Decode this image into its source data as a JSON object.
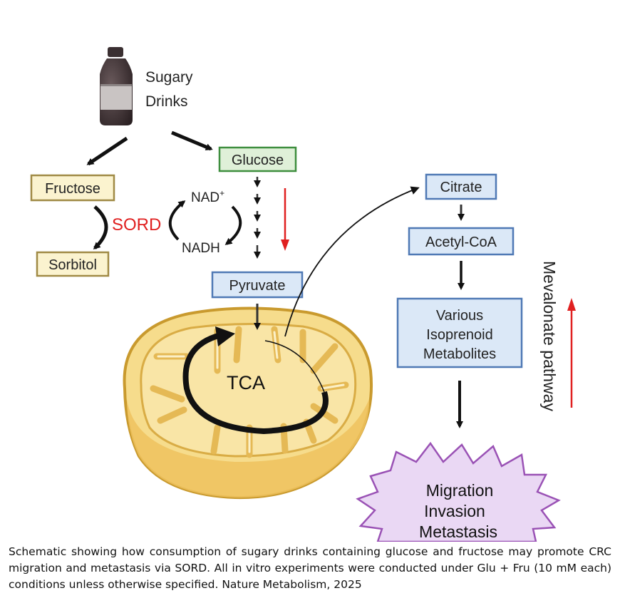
{
  "source": {
    "label_line1": "Sugary",
    "label_line2": "Drinks"
  },
  "nodes": {
    "glucose": "Glucose",
    "fructose": "Fructose",
    "sorbitol": "Sorbitol",
    "sord": "SORD",
    "nad": "NAD",
    "nad_sup": "+",
    "nadh": "NADH",
    "pyruvate": "Pyruvate",
    "tca": "TCA",
    "citrate": "Citrate",
    "acetyl_coa": "Acetyl-CoA",
    "isoprenoid_line1": "Various",
    "isoprenoid_line2": "Isoprenoid",
    "isoprenoid_line3": "Metabolites",
    "outcome_line1": "Migration",
    "outcome_line2": "Invasion",
    "outcome_line3": "Metastasis",
    "pathway": "Mevalonate pathway"
  },
  "colors": {
    "glucose_fill": "#dff0d8",
    "glucose_border": "#3e8e3e",
    "fructose_fill": "#fbf3cf",
    "fructose_border": "#a08a45",
    "blue_fill": "#dbe8f7",
    "blue_border": "#4f79b5",
    "purple_fill": "#ead8f4",
    "purple_border": "#9a52b5",
    "mito_fill": "#f4d987",
    "mito_border": "#c99a2e",
    "red_accent": "#e02020"
  },
  "caption": "Schematic showing how consumption of sugary drinks containing glucose and fructose may promote CRC migration and metastasis via SORD. All in vitro experiments were conducted under Glu + Fru (10 mM each) conditions unless otherwise specified. Nature Metabolism, 2025"
}
